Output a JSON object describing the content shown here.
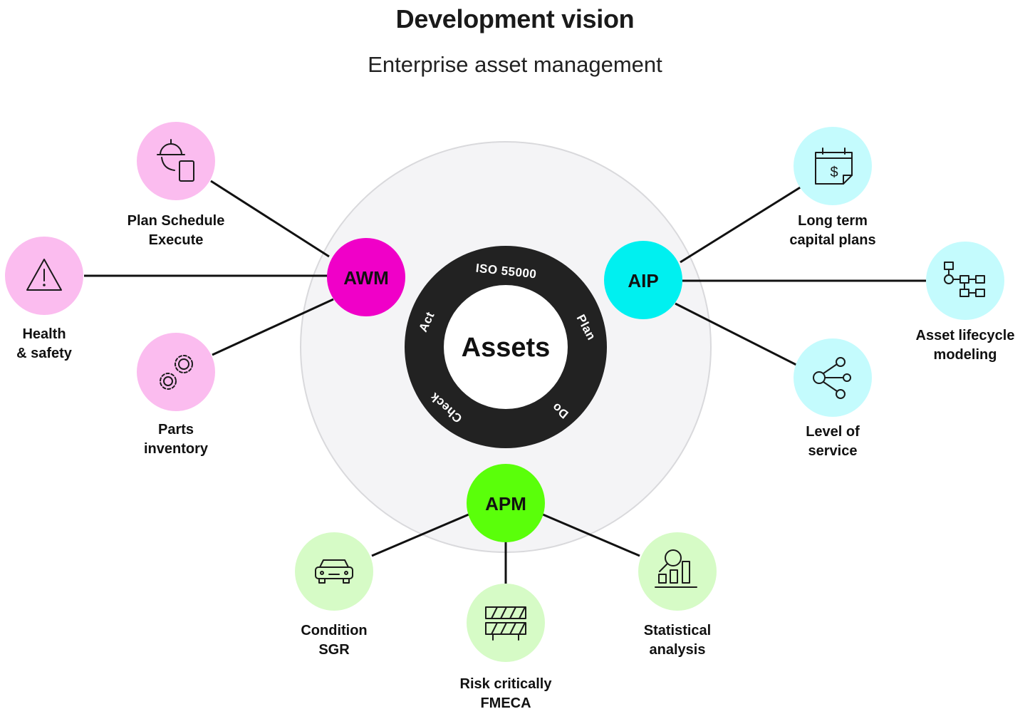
{
  "header": {
    "title": "Development vision",
    "subtitle": "Enterprise asset management"
  },
  "core": {
    "label": "Assets",
    "cycle": {
      "standard": "ISO 55000",
      "plan": "Plan",
      "do": "Do",
      "check": "Check",
      "act": "Act"
    }
  },
  "hubs": {
    "awm": {
      "label": "AWM",
      "color": "#f000c8"
    },
    "aip": {
      "label": "AIP",
      "color": "#00f0f0"
    },
    "apm": {
      "label": "APM",
      "color": "#5aff0a"
    }
  },
  "nodes": {
    "plan_schedule": {
      "line1": "Plan Schedule",
      "line2": "Execute",
      "icon": "worker-helmet-tablet-icon"
    },
    "health_safety": {
      "line1": "Health",
      "line2": "& safety",
      "icon": "warning-triangle-icon"
    },
    "parts_inventory": {
      "line1": "Parts",
      "line2": "inventory",
      "icon": "gears-icon"
    },
    "long_term": {
      "line1": "Long term",
      "line2": "capital plans",
      "icon": "calendar-dollar-icon"
    },
    "asset_lifecycle": {
      "line1": "Asset lifecycle",
      "line2": "modeling",
      "icon": "flowchart-icon"
    },
    "level_of_service": {
      "line1": "Level of",
      "line2": "service",
      "icon": "share-nodes-icon"
    },
    "condition_sgr": {
      "line1": "Condition",
      "line2": "SGR",
      "icon": "car-icon"
    },
    "risk_fmeca": {
      "line1": "Risk critically",
      "line2": "FMECA",
      "icon": "barrier-icon"
    },
    "statistical": {
      "line1": "Statistical",
      "line2": "analysis",
      "icon": "bar-chart-magnifier-icon"
    }
  },
  "colors": {
    "awm_node_fill": "#fbbcef",
    "aip_node_fill": "#c4fbfd",
    "apm_node_fill": "#d6fbc6",
    "outer_circle_fill": "#f4f4f6",
    "ring_fill": "#222222"
  }
}
